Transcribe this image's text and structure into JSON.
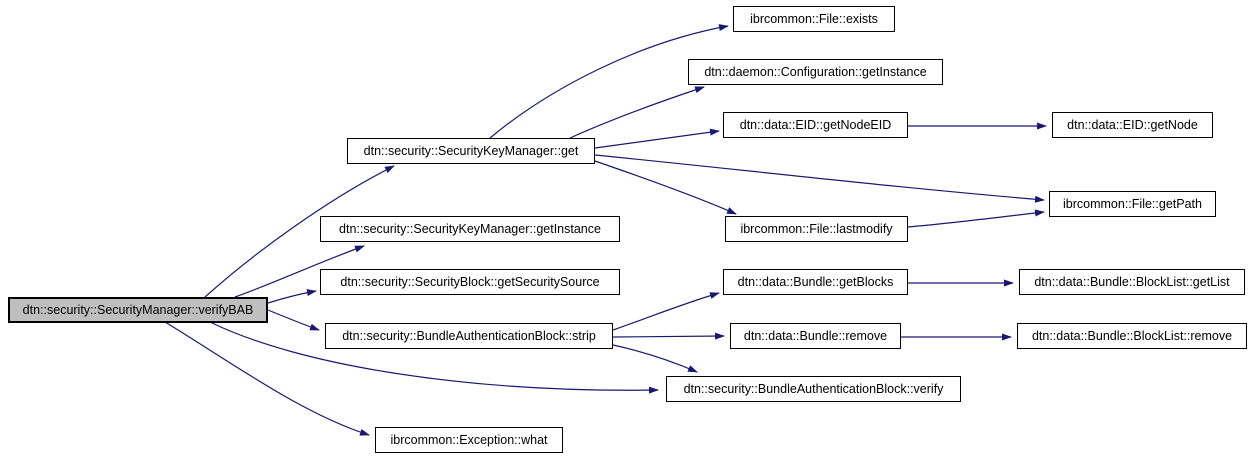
{
  "graph": {
    "type": "call-graph",
    "nodes": {
      "verifybab": "dtn::security::SecurityManager::verifyBAB",
      "skm_get": "dtn::security::SecurityKeyManager::get",
      "skm_getinstance": "dtn::security::SecurityKeyManager::getInstance",
      "sb_getsecuritysource": "dtn::security::SecurityBlock::getSecuritySource",
      "bab_strip": "dtn::security::BundleAuthenticationBlock::strip",
      "exception_what": "ibrcommon::Exception::what",
      "file_exists": "ibrcommon::File::exists",
      "conf_getinstance": "dtn::daemon::Configuration::getInstance",
      "eid_getnodeeid": "dtn::data::EID::getNodeEID",
      "eid_getnode": "dtn::data::EID::getNode",
      "file_lastmodify": "ibrcommon::File::lastmodify",
      "file_getpath": "ibrcommon::File::getPath",
      "bundle_getblocks": "dtn::data::Bundle::getBlocks",
      "blocklist_getlist": "dtn::data::Bundle::BlockList::getList",
      "bundle_remove": "dtn::data::Bundle::remove",
      "blocklist_remove": "dtn::data::Bundle::BlockList::remove",
      "bab_verify": "dtn::security::BundleAuthenticationBlock::verify"
    },
    "edges": [
      {
        "from": "verifybab",
        "to": "skm_get"
      },
      {
        "from": "verifybab",
        "to": "skm_getinstance"
      },
      {
        "from": "verifybab",
        "to": "sb_getsecuritysource"
      },
      {
        "from": "verifybab",
        "to": "bab_strip"
      },
      {
        "from": "verifybab",
        "to": "bab_verify"
      },
      {
        "from": "verifybab",
        "to": "exception_what"
      },
      {
        "from": "skm_get",
        "to": "file_exists"
      },
      {
        "from": "skm_get",
        "to": "conf_getinstance"
      },
      {
        "from": "skm_get",
        "to": "eid_getnodeeid"
      },
      {
        "from": "skm_get",
        "to": "file_getpath"
      },
      {
        "from": "skm_get",
        "to": "file_lastmodify"
      },
      {
        "from": "eid_getnodeeid",
        "to": "eid_getnode"
      },
      {
        "from": "file_lastmodify",
        "to": "file_getpath"
      },
      {
        "from": "bab_strip",
        "to": "bundle_getblocks"
      },
      {
        "from": "bab_strip",
        "to": "bundle_remove"
      },
      {
        "from": "bab_strip",
        "to": "bab_verify"
      },
      {
        "from": "bundle_getblocks",
        "to": "blocklist_getlist"
      },
      {
        "from": "bundle_remove",
        "to": "blocklist_remove"
      }
    ],
    "colors": {
      "edge": "#191970",
      "node_fill": "#ffffff",
      "node_border": "#000000",
      "highlight_fill": "#bfbfbf",
      "background": "#ffffff"
    }
  }
}
